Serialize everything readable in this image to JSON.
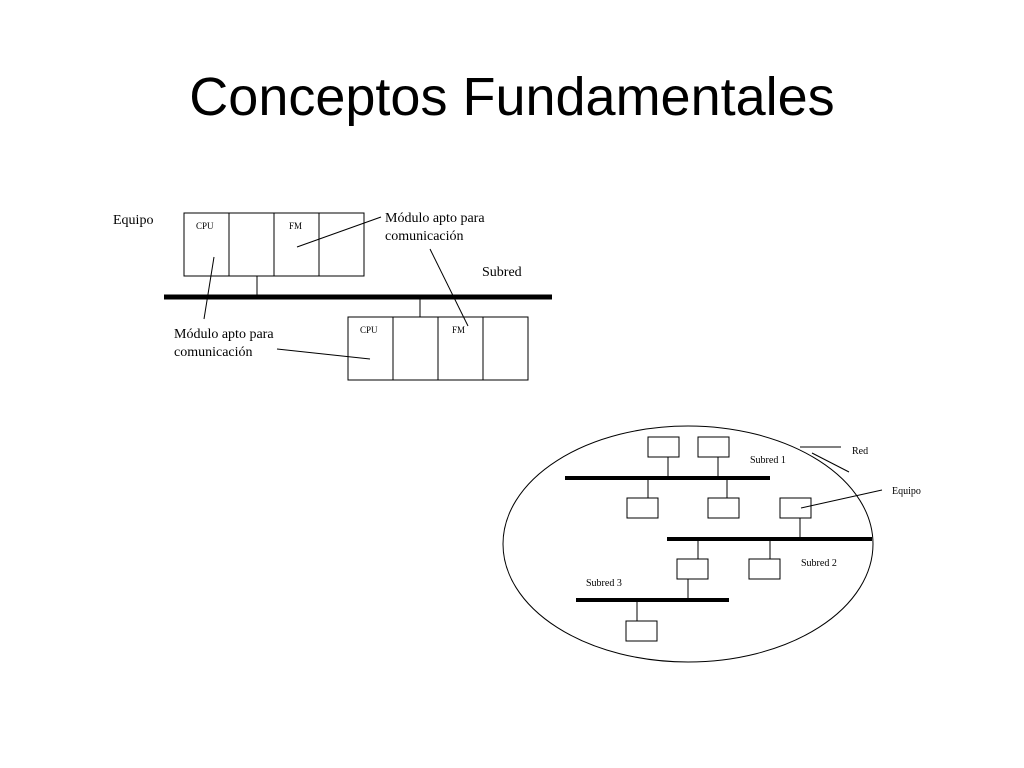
{
  "slide": {
    "title": "Conceptos Fundamentales"
  },
  "top_diagram": {
    "equipo_label": "Equipo",
    "rack1_slots": [
      "CPU",
      "",
      "FM",
      ""
    ],
    "rack2_slots": [
      "CPU",
      "",
      "FM",
      ""
    ],
    "module_label_right": [
      "Módulo apto para",
      "comunicación"
    ],
    "module_label_left": [
      "Módulo apto para",
      "comunicación"
    ],
    "subred_label": "Subred"
  },
  "network_diagram": {
    "red_label": "Red",
    "equipo_label": "Equipo",
    "subred1_label": "Subred 1",
    "subred2_label": "Subred 2",
    "subred3_label": "Subred 3"
  }
}
